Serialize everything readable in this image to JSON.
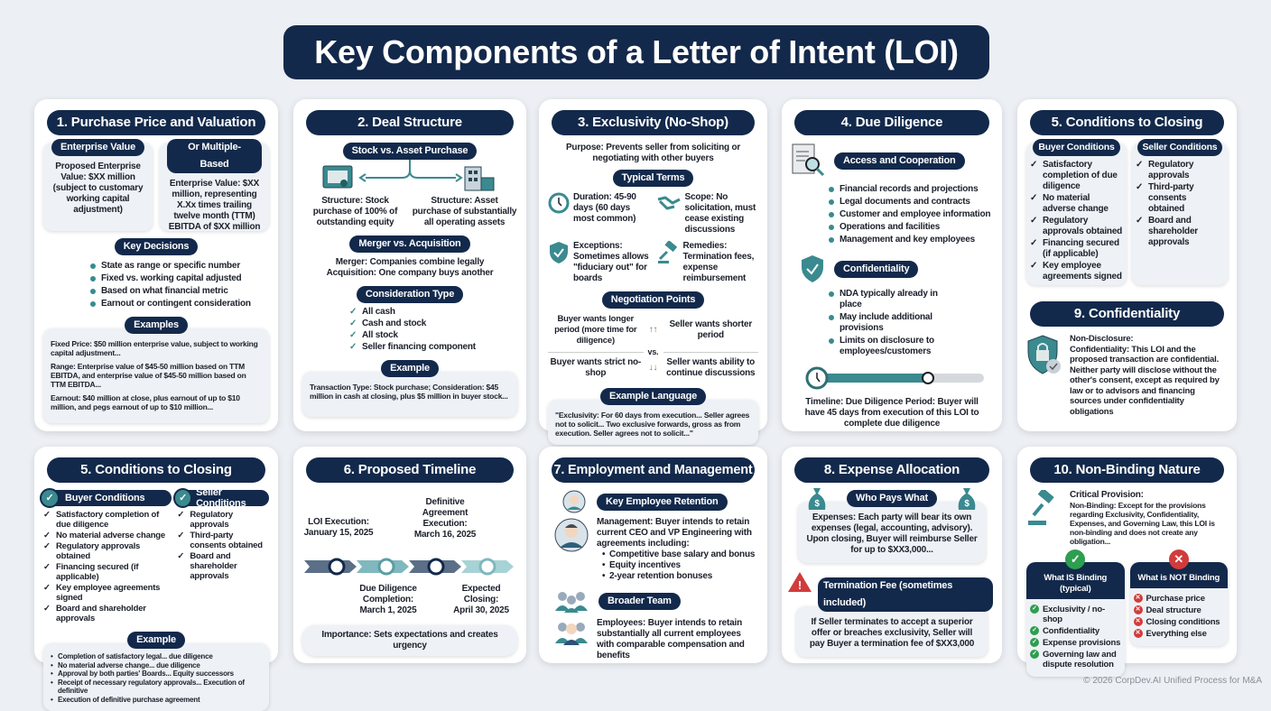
{
  "title": "Key Components of a Letter of Intent (LOI)",
  "c1": {
    "heading": "1. Purchase Price and Valuation",
    "ev_label": "Enterprise Value",
    "ev_text": "Proposed Enterprise Value: $XX million (subject to customary working capital adjustment)",
    "mb_label": "Or Multiple-Based",
    "mb_text": "Enterprise Value: $XX million, representing X.Xx times trailing twelve month (TTM) EBITDA of $XX million",
    "kd_label": "Key Decisions",
    "kd_items": [
      "State as range or specific number",
      "Fixed vs. working capital adjusted",
      "Based on what financial metric",
      "Earnout or contingent consideration"
    ],
    "ex_label": "Examples",
    "ex_items": [
      "Fixed Price: $50 million enterprise value, subject to working capital adjustment...",
      "Range: Enterprise value of $45-50 million based on TTM EBITDA, and enterprise value of $45-50 million based on TTM EBITDA...",
      "Earnout: $40 million at close, plus earnout of up to $10 million, and pegs earnout of up to $10 million..."
    ]
  },
  "c2": {
    "heading": "2. Deal Structure",
    "sa_label": "Stock vs. Asset Purchase",
    "stock_text": "Structure: Stock purchase of 100% of outstanding equity",
    "asset_text": "Structure: Asset purchase of substantially all operating assets",
    "ma_label": "Merger vs. Acquisition",
    "ma_lines": [
      "Merger: Companies combine legally",
      "Acquisition: One company buys another"
    ],
    "ct_label": "Consideration Type",
    "ct_items": [
      "All cash",
      "Cash and stock",
      "All stock",
      "Seller financing component"
    ],
    "ex_label": "Example",
    "ex_text": "Transaction Type: Stock purchase; Consideration: $45 million in cash at closing, plus $5 million in buyer stock..."
  },
  "c3": {
    "heading": "3. Exclusivity (No-Shop)",
    "purpose": "Purpose: Prevents seller from soliciting or negotiating with other buyers",
    "tt_label": "Typical Terms",
    "terms": [
      {
        "icon": "clock-icon",
        "text": "Duration: 45-90 days (60 days most common)"
      },
      {
        "icon": "handshake-icon",
        "text": "Scope: No solicitation, must cease existing discussions"
      },
      {
        "icon": "shield-check-icon",
        "text": "Exceptions: Sometimes allows \"fiduciary out\" for boards"
      },
      {
        "icon": "gavel-icon",
        "text": "Remedies: Termination fees, expense reimbursement"
      }
    ],
    "np_label": "Negotiation Points",
    "buyer1": "Buyer wants longer period (more time for diligence)",
    "seller1": "Seller wants shorter period",
    "vs": "vs.",
    "buyer2": "Buyer wants strict no-shop",
    "seller2": "Seller wants ability to continue discussions",
    "el_label": "Example Language",
    "el_text": "\"Exclusivity: For 60 days from execution... Seller agrees not to solicit... Two exclusive forwards, gross as from execution. Seller agrees not to solicit...\""
  },
  "c4": {
    "heading": "4. Due Diligence",
    "ac_label": "Access and Cooperation",
    "ac_items": [
      "Financial records and projections",
      "Legal documents and contracts",
      "Customer and employee information",
      "Operations and facilities",
      "Management and key employees"
    ],
    "cf_label": "Confidentiality",
    "cf_items": [
      "NDA typically already in place",
      "May include additional provisions",
      "Limits on disclosure to employees/customers"
    ],
    "progress": 0.65,
    "timeline_text": "Timeline: Due Diligence Period: Buyer will have 45 days from execution of this LOI to complete due diligence"
  },
  "c5": {
    "heading": "5. Conditions to Closing",
    "buyer_label": "Buyer Conditions",
    "buyer_items": [
      "Satisfactory completion of due diligence",
      "No material adverse change",
      "Regulatory approvals obtained",
      "Financing secured (if applicable)",
      "Key employee agreements signed"
    ],
    "seller_label": "Seller Conditions",
    "seller_items": [
      "Regulatory approvals",
      "Third-party consents obtained",
      "Board and shareholder approvals"
    ]
  },
  "c9": {
    "heading": "9. Confidentiality",
    "text_title": "Non-Disclosure:",
    "text": "Confidentiality: This LOI and the proposed transaction are confidential. Neither party will disclose without the other's consent, except as required by law or to advisors and financing sources under confidentiality obligations"
  },
  "c5b": {
    "heading": "5. Conditions to Closing",
    "buyer_label": "Buyer Conditions",
    "buyer_items": [
      "Satisfactory completion of due diligence",
      "No material adverse change",
      "Regulatory approvals obtained",
      "Financing secured (if applicable)",
      "Key employee agreements signed",
      "Board and shareholder approvals"
    ],
    "seller_label": "Seller Conditions",
    "seller_items": [
      "Regulatory approvals",
      "Third-party consents obtained",
      "Board and shareholder approvals"
    ],
    "ex_label": "Example",
    "ex_items": [
      "Completion of satisfactory legal... due diligence",
      "No material adverse change... due diligence",
      "Approval by both parties' Boards... Equity successors",
      "Receipt of necessary regulatory approvals... Execution of definitive",
      "Execution of definitive purchase agreement"
    ]
  },
  "c6": {
    "heading": "6. Proposed Timeline",
    "milestones": [
      {
        "label": "LOI Execution:",
        "date": "January 15, 2025"
      },
      {
        "label": "Due Diligence Completion:",
        "date": "March 1, 2025"
      },
      {
        "label": "Definitive Agreement Execution:",
        "date": "March 16, 2025"
      },
      {
        "label": "Expected Closing:",
        "date": "April 30, 2025"
      }
    ],
    "importance": "Importance: Sets expectations and creates urgency"
  },
  "c7": {
    "heading": "7. Employment and Management",
    "ker_label": "Key Employee Retention",
    "mgmt_text": "Management: Buyer intends to retain current CEO and VP Engineering with agreements including:",
    "mgmt_items": [
      "Competitive base salary and bonus",
      "Equity incentives",
      "2-year retention bonuses"
    ],
    "bt_label": "Broader Team",
    "bt_text": "Employees: Buyer intends to retain substantially all current employees with comparable compensation and benefits"
  },
  "c8": {
    "heading": "8. Expense Allocation",
    "wp_label": "Who Pays What",
    "wp_text": "Expenses: Each party will bear its own expenses (legal, accounting, advisory). Upon closing, Buyer will reimburse Seller for up to $XX3,000...",
    "tf_label": "Termination Fee (sometimes included)",
    "tf_text": "If Seller terminates to accept a superior offer or breaches exclusivity, Seller will pay Buyer a termination fee of $XX3,000"
  },
  "c10": {
    "heading": "10. Non-Binding Nature",
    "cp_title": "Critical Provision:",
    "cp_text": "Non-Binding: Except for the provisions regarding Exclusivity, Confidentiality, Expenses, and Governing Law, this LOI is non-binding and does not create any obligation...",
    "bind_label": "What IS Binding (typical)",
    "bind_items": [
      "Exclusivity / no-shop",
      "Confidentiality",
      "Expense provisions",
      "Governing law and dispute resolution"
    ],
    "nbind_label": "What is NOT Binding",
    "nbind_items": [
      "Purchase price",
      "Deal structure",
      "Closing conditions",
      "Everything else"
    ]
  },
  "footer": "© 2026 CorpDev.AI Unified Process for M&A",
  "colors": {
    "navy": "#13294b",
    "teal": "#3a8a8f",
    "green": "#2e9e4f",
    "red": "#d23b3b"
  }
}
